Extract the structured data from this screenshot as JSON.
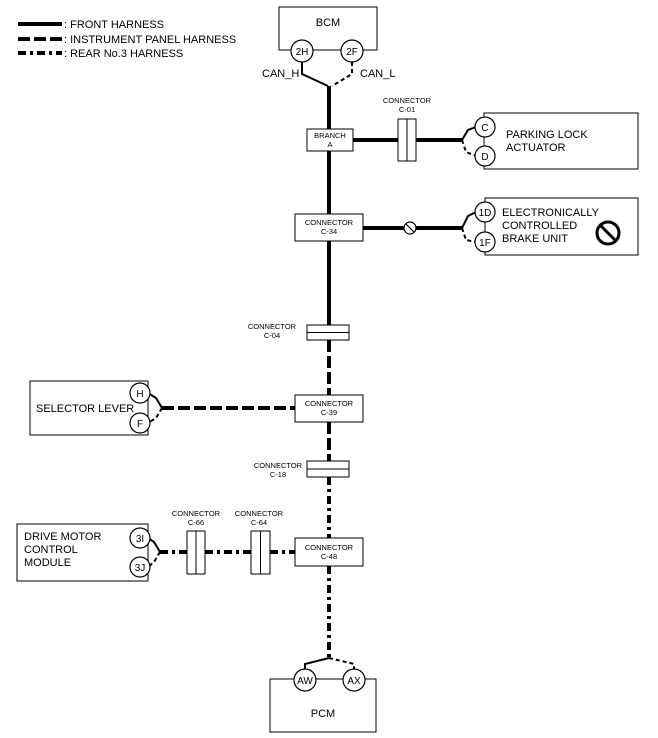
{
  "legend": {
    "front": ": FRONT HARNESS",
    "panel": ": INSTRUMENT PANEL HARNESS",
    "rear": ": REAR No.3 HARNESS"
  },
  "modules": {
    "bcm": {
      "name": "BCM",
      "pin_h": "2H",
      "pin_l": "2F",
      "can_h": "CAN_H",
      "can_l": "CAN_L"
    },
    "parking_lock": {
      "line1": "PARKING LOCK",
      "line2": "ACTUATOR",
      "pin1": "C",
      "pin2": "D"
    },
    "brake": {
      "line1": "ELECTRONICALLY",
      "line2": "CONTROLLED",
      "line3": "BRAKE UNIT",
      "pin1": "1D",
      "pin2": "1F"
    },
    "selector": {
      "name": "SELECTOR LEVER",
      "pin1": "H",
      "pin2": "F"
    },
    "drive_motor": {
      "line1": "DRIVE MOTOR",
      "line2": "CONTROL",
      "line3": "MODULE",
      "pin1": "3I",
      "pin2": "3J"
    },
    "pcm": {
      "name": "PCM",
      "pin1": "AW",
      "pin2": "AX"
    }
  },
  "connectors": {
    "branch_a": {
      "line1": "BRANCH",
      "line2": "A"
    },
    "c01": {
      "line1": "CONNECTOR",
      "line2": "C-01"
    },
    "c34": {
      "line1": "CONNECTOR",
      "line2": "C-34"
    },
    "c04": {
      "line1": "CONNECTOR",
      "line2": "C-04"
    },
    "c39": {
      "line1": "CONNECTOR",
      "line2": "C-39"
    },
    "c18": {
      "line1": "CONNECTOR",
      "line2": "C-18"
    },
    "c66": {
      "line1": "CONNECTOR",
      "line2": "C-66"
    },
    "c64": {
      "line1": "CONNECTOR",
      "line2": "C-64"
    },
    "c48": {
      "line1": "CONNECTOR",
      "line2": "C-48"
    }
  },
  "icons": [
    "prohibited-icon",
    "no-entry-symbol-icon"
  ]
}
